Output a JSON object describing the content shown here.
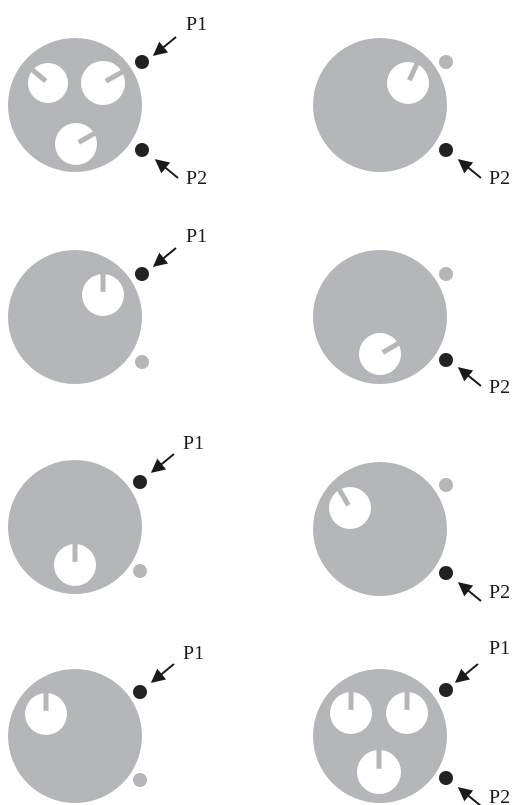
{
  "colors": {
    "disk": "#b5b6ba",
    "hole": "#ffffff",
    "active_dot": "#222222",
    "inactive_dot": "#b5b6ba",
    "pointer": "#b5b6ba",
    "text": "#1a1a1a"
  },
  "labels": {
    "p1": "P1",
    "p2": "P2"
  },
  "panels": [
    {
      "name": "panel-1",
      "p1_active": true,
      "p2_active": true,
      "show_p1": true,
      "show_p2": true,
      "holes": 3
    },
    {
      "name": "panel-2",
      "p1_active": false,
      "p2_active": true,
      "show_p1": false,
      "show_p2": true,
      "holes": 1
    },
    {
      "name": "panel-3",
      "p1_active": true,
      "p2_active": false,
      "show_p1": true,
      "show_p2": false,
      "holes": 1
    },
    {
      "name": "panel-4",
      "p1_active": false,
      "p2_active": true,
      "show_p1": false,
      "show_p2": true,
      "holes": 1
    },
    {
      "name": "panel-5",
      "p1_active": true,
      "p2_active": false,
      "show_p1": true,
      "show_p2": false,
      "holes": 1
    },
    {
      "name": "panel-6",
      "p1_active": false,
      "p2_active": true,
      "show_p1": false,
      "show_p2": true,
      "holes": 1
    },
    {
      "name": "panel-7",
      "p1_active": true,
      "p2_active": false,
      "show_p1": true,
      "show_p2": false,
      "holes": 1
    },
    {
      "name": "panel-8",
      "p1_active": true,
      "p2_active": true,
      "show_p1": true,
      "show_p2": true,
      "holes": 3
    }
  ]
}
